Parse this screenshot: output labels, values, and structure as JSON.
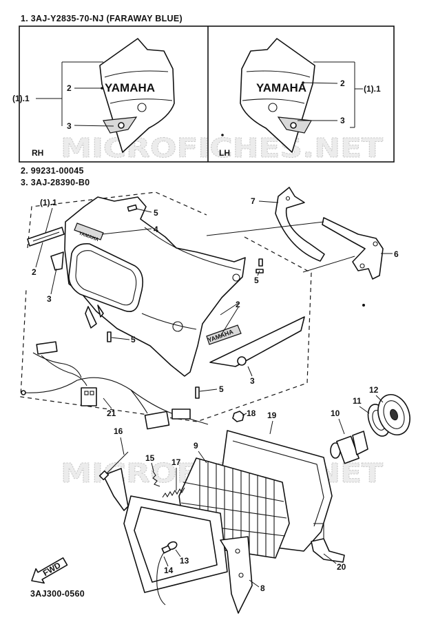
{
  "header": {
    "part_1": "1. 3AJ-Y2835-70-NJ (FARAWAY BLUE)",
    "part_2": "2. 99231-00045",
    "part_3": "3. 3AJ-28390-B0"
  },
  "inset": {
    "rh_label": "RH",
    "lh_label": "LH",
    "rh_logo": "YAMAHA",
    "lh_logo": "YAMAHA",
    "rh_assembly": "(1).1",
    "rh_c2": "2",
    "rh_c3": "3",
    "lh_assembly": "(1).1",
    "lh_c2": "2",
    "lh_c3": "3"
  },
  "main": {
    "logo_upper": "YAMAHA",
    "logo_lower": "YAMAHA",
    "callouts": [
      "(1).1",
      "5",
      "4",
      "7",
      "6",
      "2",
      "3",
      "5",
      "2",
      "5",
      "3",
      "5",
      "21",
      "18",
      "19",
      "10",
      "11",
      "12",
      "16",
      "15",
      "17",
      "9",
      "13",
      "14",
      "20",
      "8"
    ]
  },
  "forward_label": "FWD",
  "diagram_code": "3AJ300-0560",
  "watermark": "MICROFICHES.NET",
  "colors": {
    "ink": "#111111",
    "paper": "#ffffff",
    "watermark": "#c9c9c9"
  }
}
